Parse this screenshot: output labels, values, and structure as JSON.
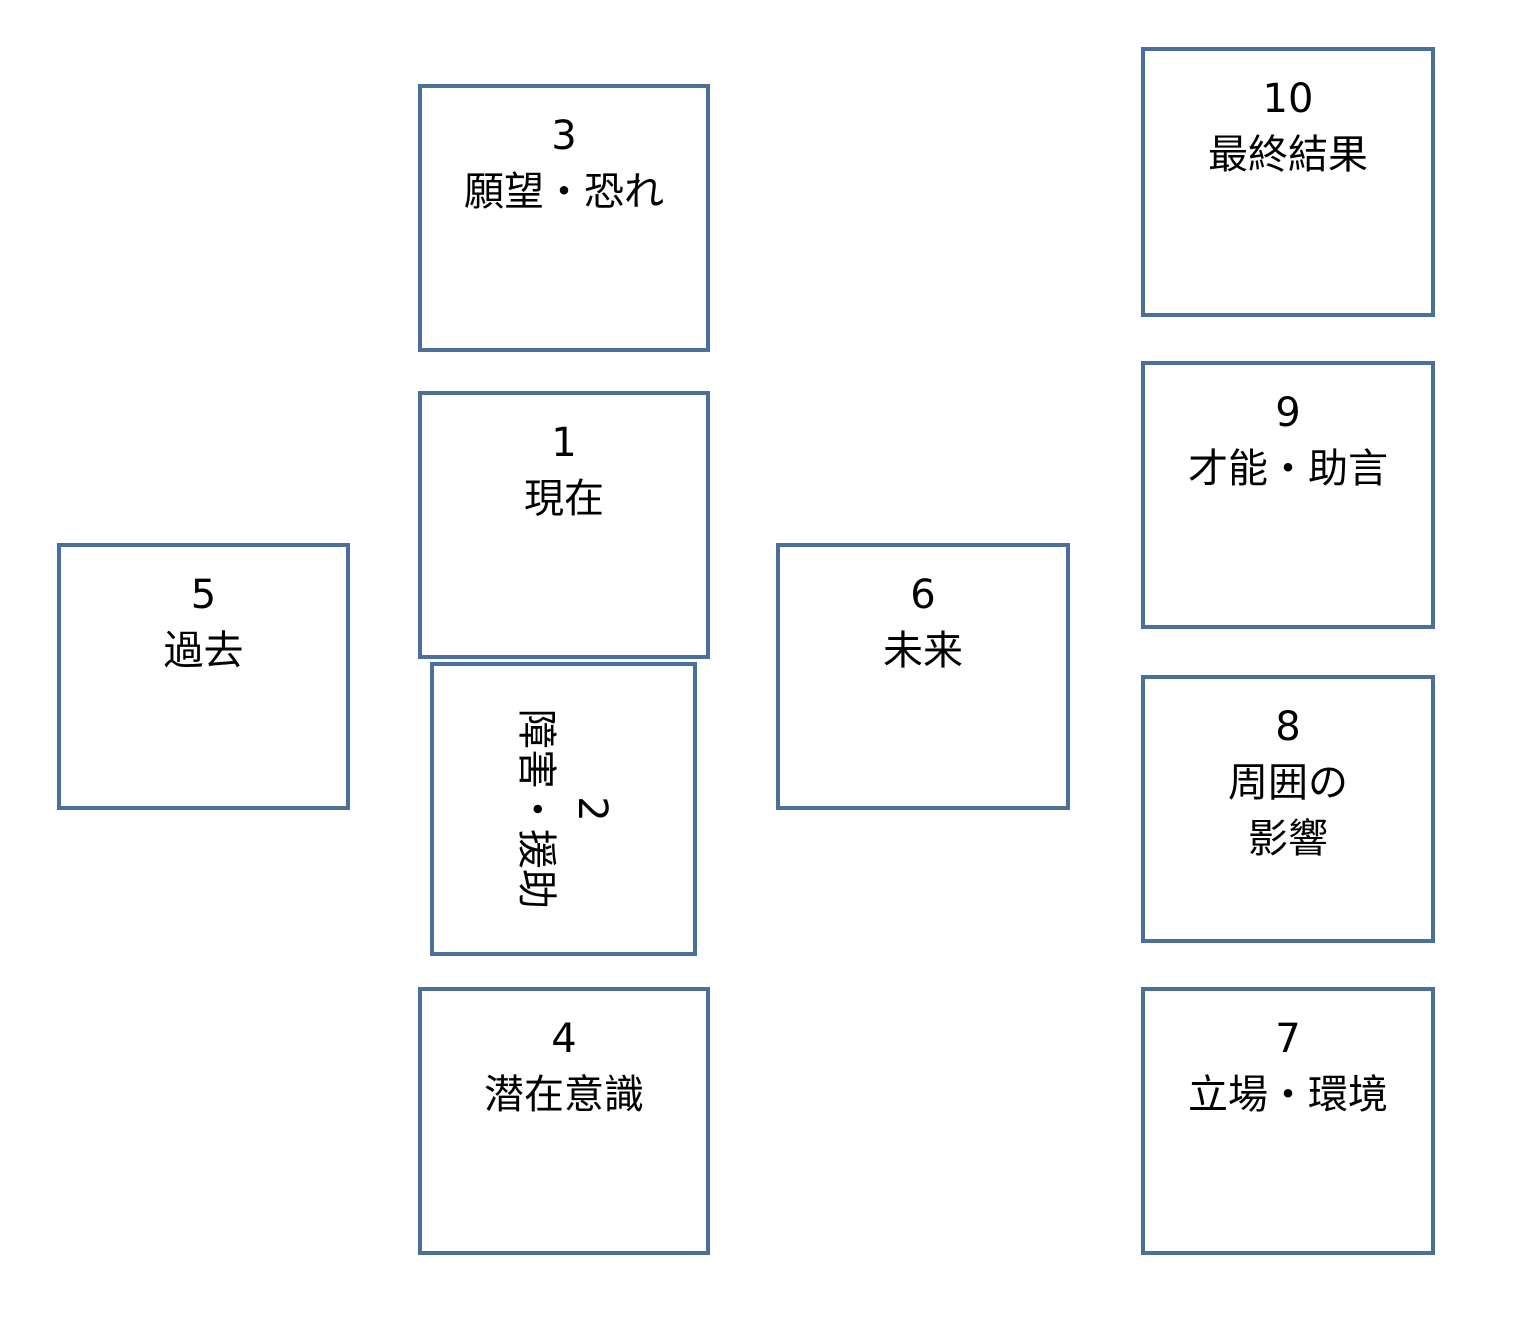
{
  "colors": {
    "card_border": "#4a6f99",
    "background": "#ffffff",
    "text": "#000000"
  },
  "cards": {
    "c1": {
      "number": "1",
      "label": "現在"
    },
    "c2": {
      "number": "2",
      "label": "障害・援助"
    },
    "c3": {
      "number": "3",
      "label": "願望・恐れ"
    },
    "c4": {
      "number": "4",
      "label": "潜在意識"
    },
    "c5": {
      "number": "5",
      "label": "過去"
    },
    "c6": {
      "number": "6",
      "label": "未来"
    },
    "c7": {
      "number": "7",
      "label": "立場・環境"
    },
    "c8": {
      "number": "8",
      "label": "周囲の\n影響"
    },
    "c9": {
      "number": "9",
      "label": "才能・助言"
    },
    "c10": {
      "number": "10",
      "label": "最終結果"
    }
  }
}
